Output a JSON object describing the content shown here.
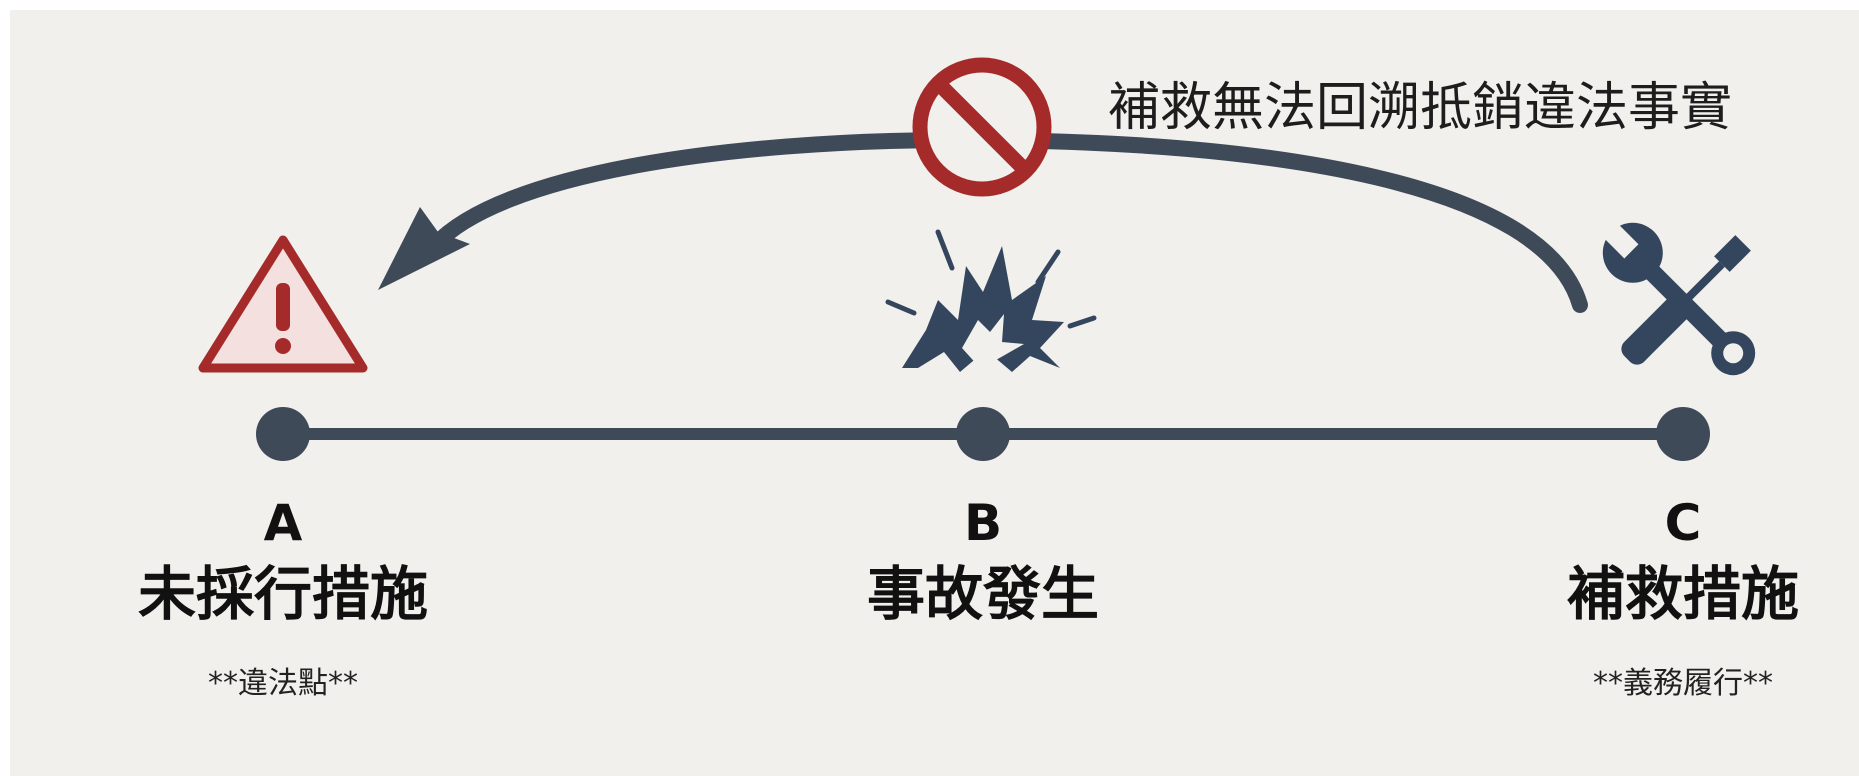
{
  "caption": "補救無法回溯抵銷違法事實",
  "points": [
    {
      "letter": "A",
      "title": "未採行措施",
      "note": "**違法點**",
      "icon": "warning-icon"
    },
    {
      "letter": "B",
      "title": "事故發生",
      "note": "",
      "icon": "explosion-icon"
    },
    {
      "letter": "C",
      "title": "補救措施",
      "note": "**義務履行**",
      "icon": "tools-icon"
    }
  ],
  "colors": {
    "line": "#3f4a59",
    "warning": "#a52b2b",
    "prohibited": "#a52b2b",
    "icon_dark": "#34465e",
    "background": "#f1f0ed"
  },
  "icons": {
    "arrow": "curved-arrow-back-icon",
    "prohibited": "prohibited-icon"
  }
}
